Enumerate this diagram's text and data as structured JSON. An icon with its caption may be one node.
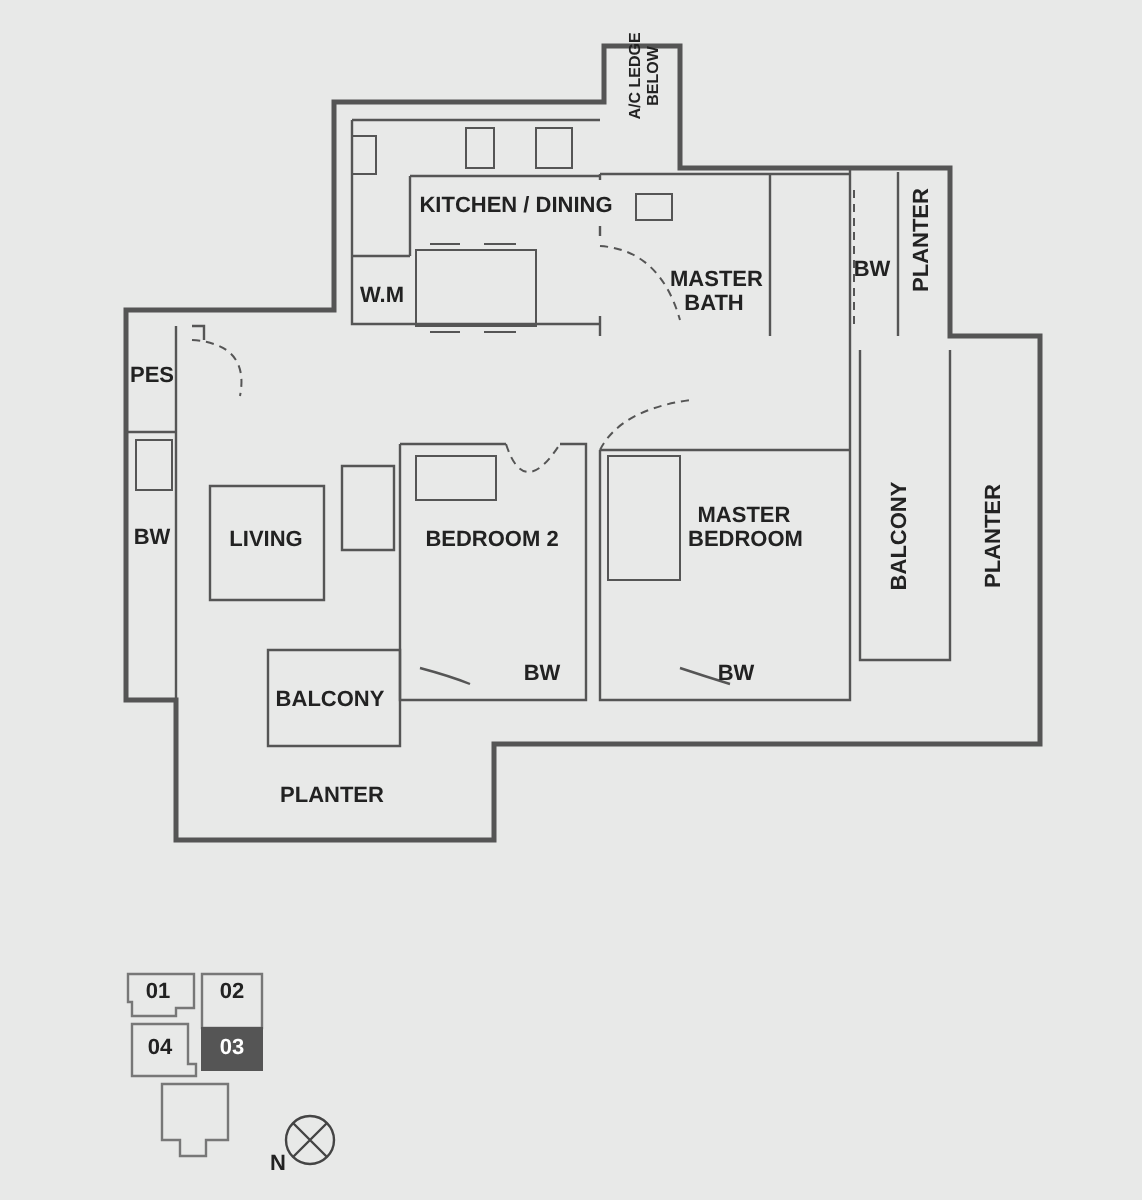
{
  "diagram": {
    "labels": [
      "A/C LEDGE BELOW",
      "KITCHEN / DINING",
      "W.M",
      "MASTER BATH",
      "BW",
      "PLANTER",
      "PES",
      "BW",
      "LIVING",
      "BEDROOM 2",
      "MASTER BEDROOM",
      "BALCONY",
      "PLANTER",
      "BW",
      "BW",
      "BALCONY",
      "PLANTER",
      "01",
      "02",
      "04",
      "03",
      "N"
    ]
  }
}
